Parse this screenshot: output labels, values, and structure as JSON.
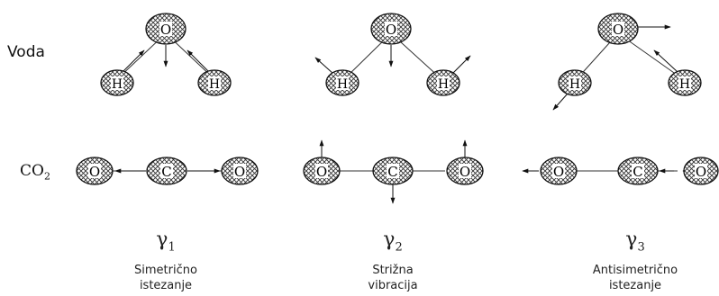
{
  "labels": {
    "water": "Voda",
    "co2_main": "CO",
    "co2_sub": "2"
  },
  "atoms": {
    "oxygen": "O",
    "hydrogen": "H",
    "carbon": "C"
  },
  "modes": [
    {
      "symbol": "γ",
      "index": "1",
      "line1": "Simetrično",
      "line2": "istezanje"
    },
    {
      "symbol": "γ",
      "index": "2",
      "line1": "Strižna",
      "line2": "vibracija"
    },
    {
      "symbol": "γ",
      "index": "3",
      "line1": "Antisimetrično",
      "line2": "istezanje"
    }
  ]
}
